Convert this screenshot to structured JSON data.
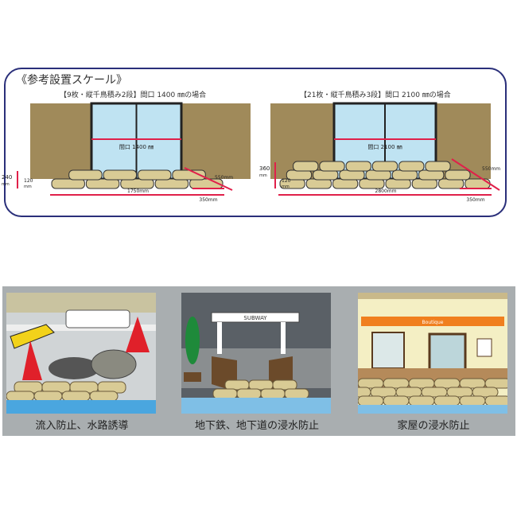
{
  "scale": {
    "title": "《参考設置スケール》",
    "left": {
      "subtitle": "【9枚・縦千鳥積み2段】間口 1400 ㎜の場合",
      "opening": "間口 1400 ㎜",
      "h_total": "240",
      "h_unit": "mm",
      "h_bag": "120",
      "h_bag_unit": "mm",
      "depth": "550mm",
      "width": "1750mm",
      "bag_width": "350mm",
      "rows": [
        5,
        4
      ]
    },
    "right": {
      "subtitle": "【21枚・縦千鳥積み3段】間口 2100 ㎜の場合",
      "opening": "間口 2100 ㎜",
      "h_total": "360",
      "h_unit": "mm",
      "h_bag": "120",
      "h_bag_unit": "mm",
      "depth": "550mm",
      "width": "2800mm",
      "bag_width": "350mm",
      "rows": [
        8,
        7,
        6
      ]
    }
  },
  "usage": [
    {
      "caption": "流入防止、水路誘導"
    },
    {
      "caption": "地下鉄、地下道の浸水防止",
      "sign": "SUBWAY"
    },
    {
      "caption": "家屋の浸水防止",
      "sign": "Boutique"
    }
  ],
  "colors": {
    "border": "#2a2f7a",
    "dim": "#e0204a",
    "bag": "#d9cb95",
    "wall": "#a08a5a",
    "water": "#4aa6df"
  }
}
